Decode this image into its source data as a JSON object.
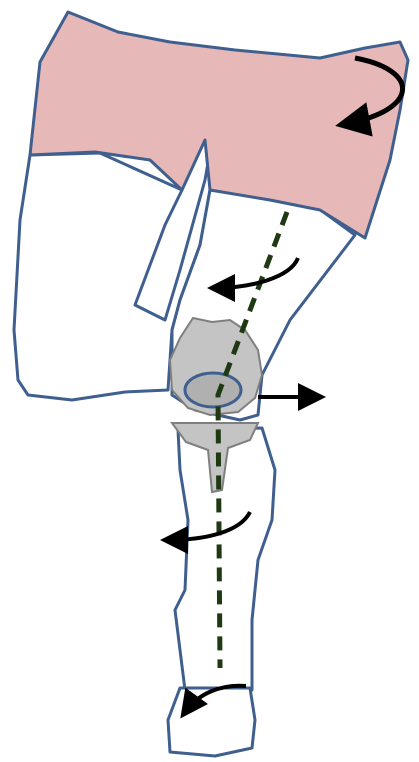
{
  "diagram": {
    "colors": {
      "outline": "#3f5f8f",
      "pelvis_fill": "#e6b9b8",
      "bone_fill": "#ffffff",
      "implant_fill": "#c4c4c4",
      "implant_stroke": "#7f7f7f",
      "axis_line": "#1f3a13",
      "arrow": "#000000"
    },
    "parts": [
      "pelvis",
      "femur",
      "hip-implant",
      "tibia",
      "foot"
    ],
    "axis_style": "dashed",
    "arrows": [
      {
        "name": "pelvis-rotation-arrow",
        "kind": "curved"
      },
      {
        "name": "femur-rotation-arrow",
        "kind": "curved"
      },
      {
        "name": "lateral-translation-arrow",
        "kind": "straight"
      },
      {
        "name": "tibia-rotation-arrow",
        "kind": "curved"
      },
      {
        "name": "foot-rotation-arrow",
        "kind": "curved"
      }
    ]
  }
}
